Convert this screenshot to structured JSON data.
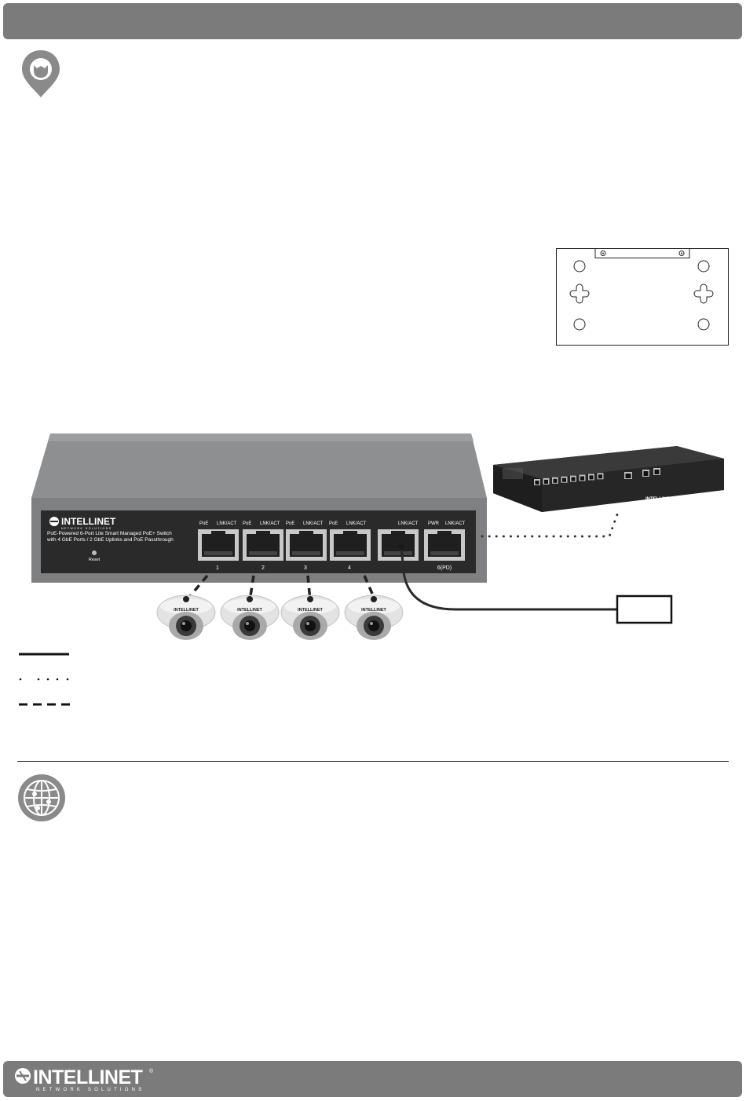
{
  "brand": {
    "name": "INTELLINET",
    "tagline": "NETWORK SOLUTIONS",
    "registered": "®"
  },
  "switch": {
    "brand": "INTELLINET",
    "brand_tagline": "NETWORK SOLUTIONS",
    "description_line1": "PoE-Powered 6-Port Lite Smart Managed PoE+ Switch",
    "description_line2": "with 4 GbE Ports / 2 GbE Uplinks and PoE Passthrough",
    "reset_label": "Reset",
    "port_headers": [
      "PoE",
      "LNK/ACT",
      "PoE",
      "LNK/ACT",
      "PoE",
      "LNK/ACT",
      "PoE",
      "LNK/ACT",
      "LNK/ACT",
      "PWR",
      "LNK/ACT"
    ],
    "port_numbers": [
      "1",
      "2",
      "3",
      "4",
      "",
      "6(PD)"
    ]
  },
  "uplink_switch": {
    "brand": "INTELLINET"
  },
  "cameras": {
    "brand": "INTELLINET",
    "count": 4
  },
  "colors": {
    "bar": "#7b7b7b",
    "icon": "#8a8a8a",
    "switch_body": "#8d8f91",
    "switch_face": "#2a2a2a",
    "port": "#c8c8c8"
  },
  "icons": {
    "pin": "map-pin-icon",
    "globe": "globe-icon"
  }
}
